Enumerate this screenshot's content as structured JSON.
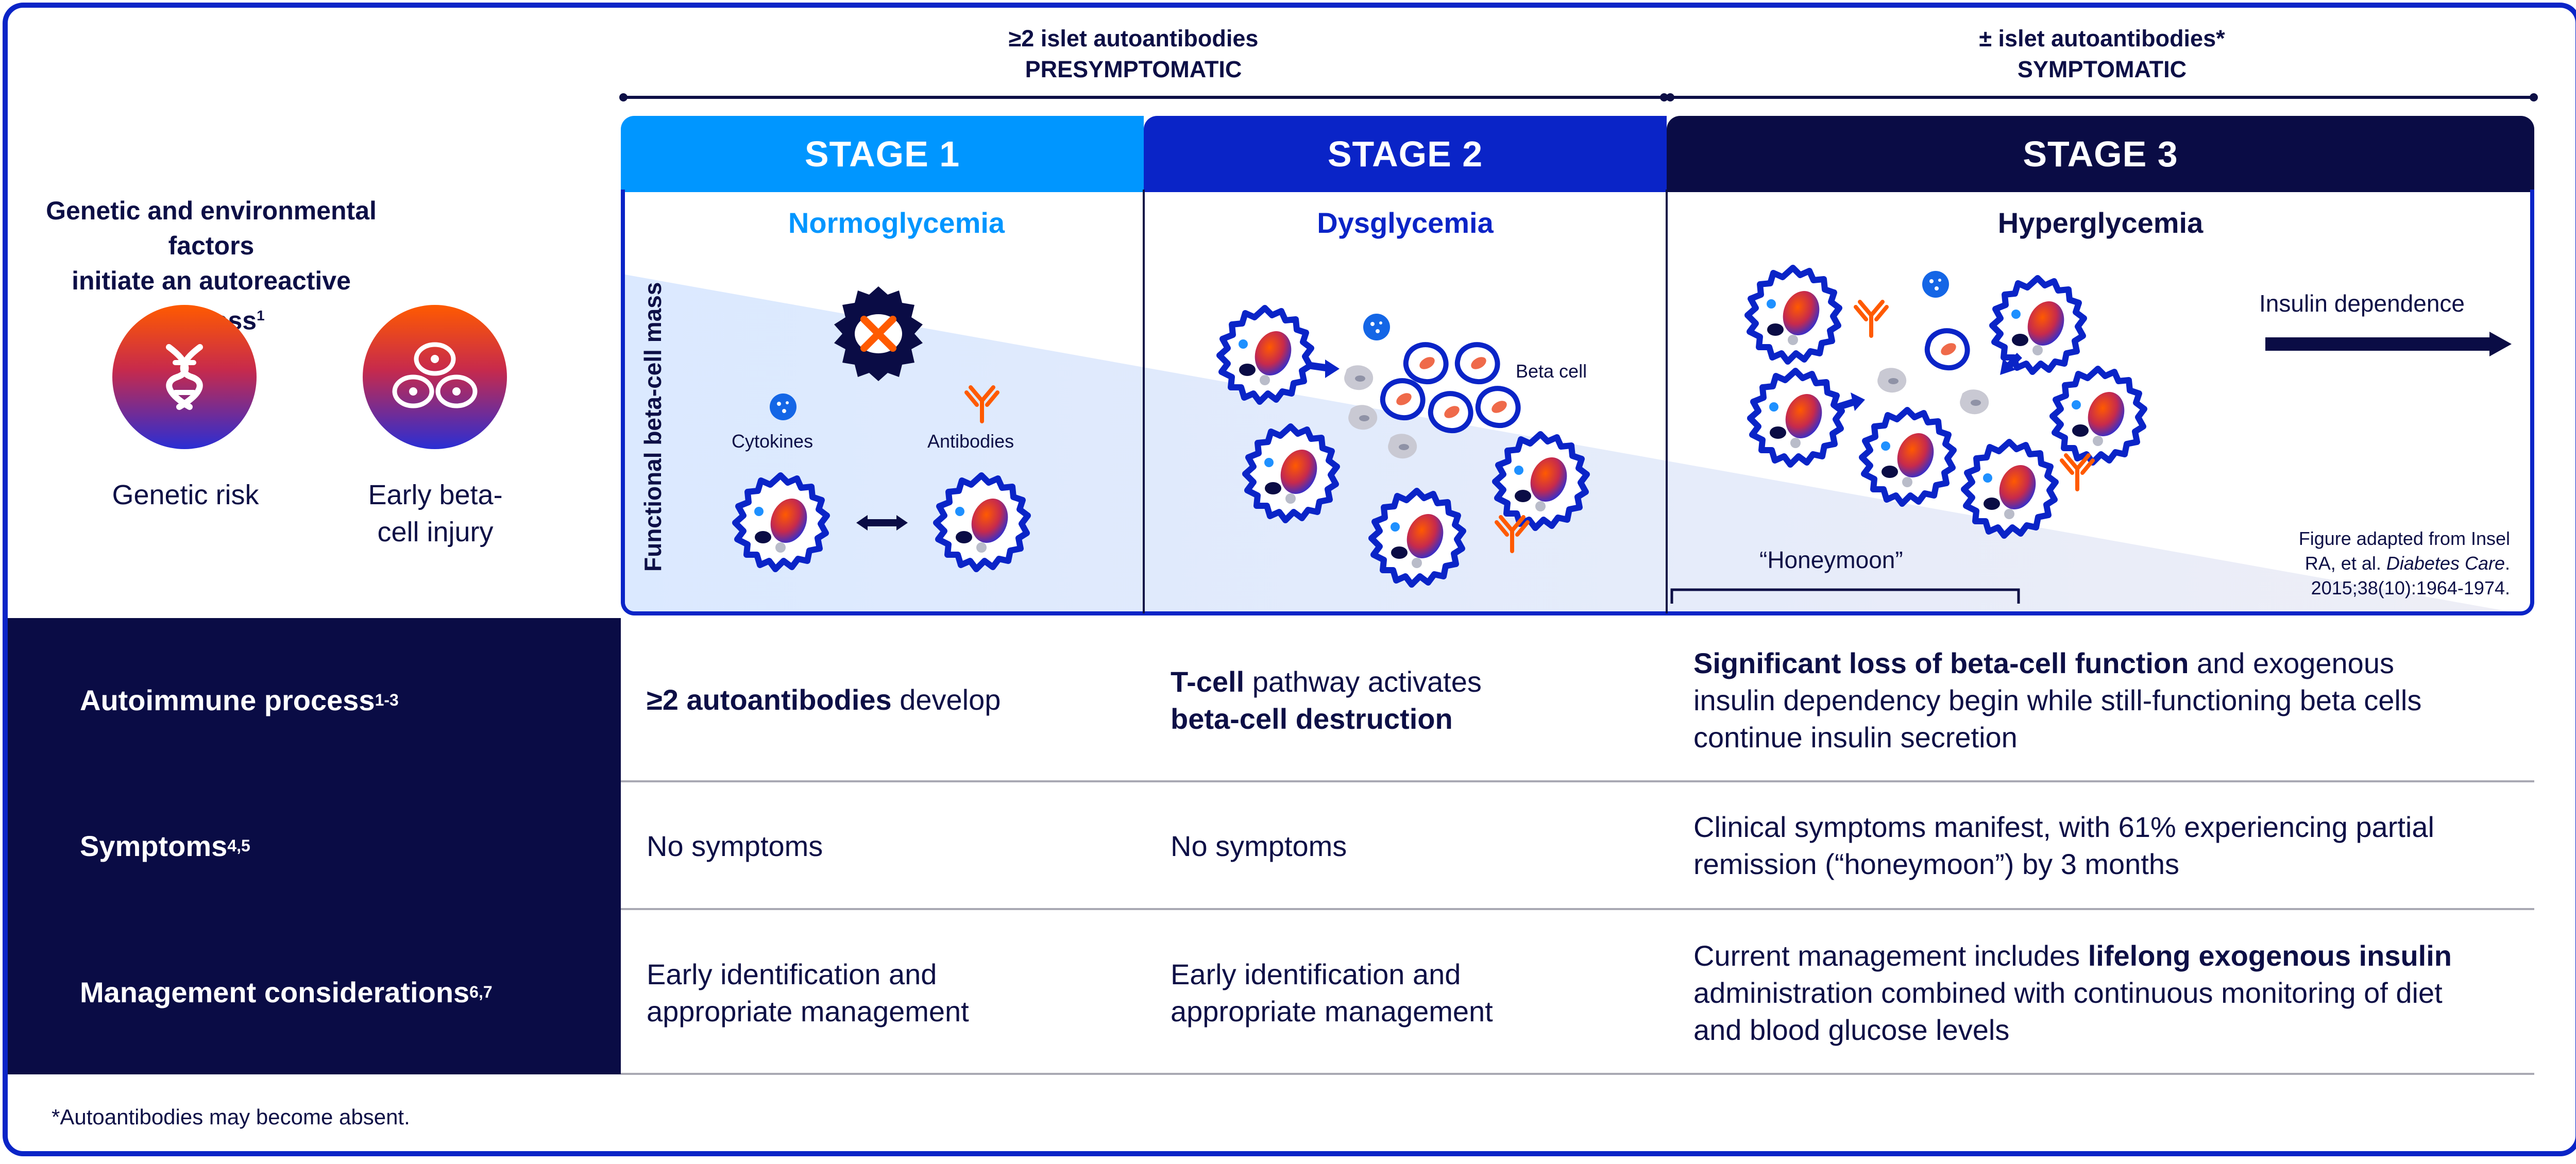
{
  "header": {
    "presymptomatic": {
      "line1": "≥2 islet autoantibodies",
      "line2": "PRESYMPTOMATIC"
    },
    "symptomatic": {
      "line1": "± islet autoantibodies*",
      "line2": "SYMPTOMATIC"
    }
  },
  "stages": [
    {
      "label": "STAGE 1",
      "color": "#0096ff",
      "glycemia": "Normoglycemia",
      "glycemia_color": "#0096ff"
    },
    {
      "label": "STAGE 2",
      "color": "#0a24c7",
      "glycemia": "Dysglycemia",
      "glycemia_color": "#0a24c7"
    },
    {
      "label": "STAGE 3",
      "color": "#0a0c45",
      "glycemia": "Hyperglycemia",
      "glycemia_color": "#0d0f46"
    }
  ],
  "left_panel": {
    "title_line1": "Genetic and environmental factors",
    "title_line2": "initiate an autoreactive process",
    "title_sup": "1",
    "items": [
      {
        "label": "Genetic risk",
        "icon": "dna-icon"
      },
      {
        "label_line1": "Early beta-",
        "label_line2": "cell injury",
        "icon": "cells-icon"
      }
    ]
  },
  "diagram": {
    "y_axis_label": "Functional beta-cell mass",
    "cytokines": "Cytokines",
    "antibodies": "Antibodies",
    "beta_cell": "Beta cell",
    "insulin_dependence": "Insulin dependence",
    "honeymoon": "“Honeymoon”",
    "credit": {
      "line1": "Figure adapted from Insel",
      "line2a": "RA, et al. ",
      "line2_italic": "Diabetes Care",
      "line2b": ".",
      "line3": "2015;38(10):1964-1974."
    }
  },
  "rows": [
    {
      "head": "Autoimmune process",
      "sup": "1-3",
      "stage1": {
        "bold": "≥2 autoantibodies",
        "rest": " develop"
      },
      "stage2": {
        "bold1": "T-cell",
        "rest1": " pathway activates",
        "bold2": "beta-cell destruction"
      },
      "stage3": {
        "bold": "Significant loss of beta-cell function",
        "rest": " and exogenous insulin dependency begin while still-functioning beta cells continue insulin secretion"
      }
    },
    {
      "head": "Symptoms",
      "sup": "4,5",
      "stage1": "No symptoms",
      "stage2": "No symptoms",
      "stage3": "Clinical symptoms manifest, with 61% experiencing partial remission (“honeymoon”) by 3 months"
    },
    {
      "head": "Management considerations",
      "sup": "6,7",
      "stage1_line1": "Early identification and",
      "stage1_line2": "appropriate management",
      "stage2_line1": "Early identification and",
      "stage2_line2": "appropriate management",
      "stage3": {
        "pre": "Current management includes ",
        "bold": "lifelong exogenous insulin",
        "post": " administration combined with continuous monitoring of diet and blood glucose levels"
      }
    }
  ],
  "footnote": "*Autoantibodies may become absent.",
  "colors": {
    "navy": "#0a0c45",
    "royal": "#0a24c7",
    "sky": "#0096ff",
    "orange": "#ff5a00"
  }
}
